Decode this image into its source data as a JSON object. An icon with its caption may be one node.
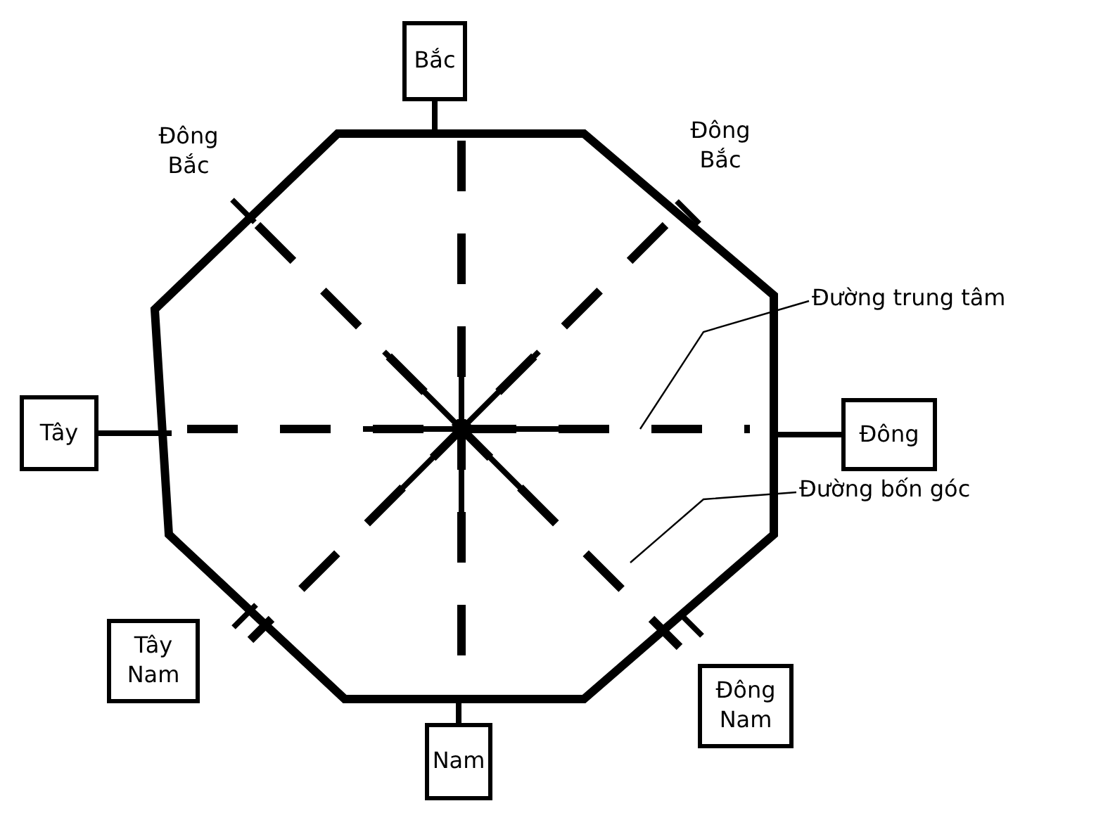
{
  "diagram": {
    "nodes": [
      {
        "text": [
          "Bắc"
        ]
      },
      {
        "text": [
          "Đông Bắc"
        ]
      },
      {
        "text": [
          "Đông Bắc"
        ]
      },
      {
        "text": [
          "Đường trung tâm"
        ]
      },
      {
        "text": [
          "Tây"
        ]
      },
      {
        "text": [
          "Đông"
        ]
      },
      {
        "text": [
          "Đường bốn góc"
        ]
      },
      {
        "text": [],
        "shape": "octagon"
      },
      {
        "text": [
          "Tây Nam"
        ]
      },
      {
        "text": [
          "Đông Nam"
        ]
      },
      {
        "text": [
          "Nam"
        ]
      }
    ],
    "edges": [
      {
        "from": 0,
        "to": 7,
        "arrow": "none"
      },
      {
        "from": 4,
        "to": 7,
        "arrow": "none"
      },
      {
        "from": 5,
        "to": 7,
        "arrow": "none"
      },
      {
        "from": 10,
        "to": 7,
        "arrow": "none"
      },
      {
        "from": 3,
        "to": 7,
        "arrow": "none"
      },
      {
        "from": 6,
        "to": 7,
        "arrow": "none"
      }
    ]
  }
}
